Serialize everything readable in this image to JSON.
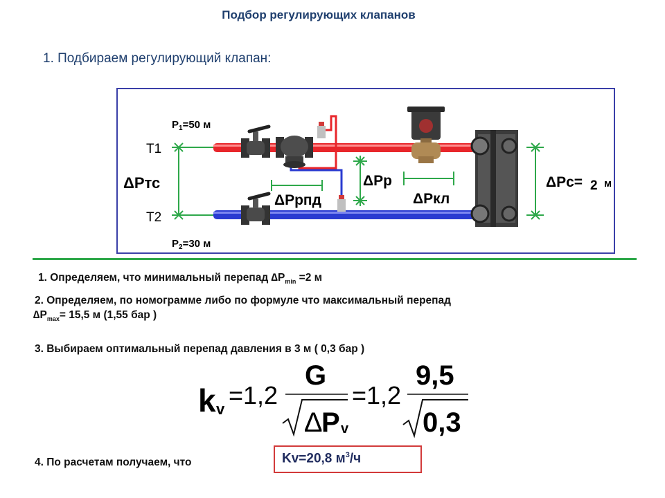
{
  "header": {
    "title": "Подбор регулирующих клапанов",
    "subtitle": "1. Подбираем регулирующий клапан:"
  },
  "diagram": {
    "p1_prefix": "P",
    "p1_sub": "1",
    "p1_suffix": "=50 м",
    "p2_prefix": "P",
    "p2_sub": "2",
    "p2_suffix": "=30 м",
    "t1": "T1",
    "t2": "T2",
    "dp_tc": "Ртс",
    "dp_rpd": "Ррпд",
    "dp_r": "Рр",
    "dp_kl": "Ркл",
    "dp_c": "Рс=",
    "dp_c_value": "2",
    "dp_c_unit": "м",
    "delta": "Δ",
    "colors": {
      "supply": "#e8262b",
      "return": "#2a3bd1",
      "dimension": "#2ea84a",
      "frame": "#3a3fa8"
    }
  },
  "steps": {
    "s1_text": "1. Определяем, что минимальный перепад ",
    "s1_delta": "∆P",
    "s1_sub": "min",
    "s1_value": " =2 м",
    "s2_line1": "2. Определяем, по номограмме либо по формуле что максимальный перепад",
    "s2_delta": "∆P",
    "s2_sub": "max",
    "s2_value": "= 15,5 м (1,55 бар )",
    "s3_text": "3. Выбираем оптимальный перепад давления в 3 м ( 0,3 бар )",
    "s4_text": "4. По расчетам получаем, что"
  },
  "formula": {
    "k": "k",
    "k_sub": "v",
    "eq1": "=1,2",
    "numerator1": "G",
    "denom_delta": "∆",
    "denom_p": "P",
    "denom_sub": "v",
    "eq2": "=1,2",
    "numerator2": "9,5",
    "denominator2": "0,3"
  },
  "result": {
    "label": "Kv=20,8 м",
    "sup": "3",
    "unit": "/ч"
  }
}
